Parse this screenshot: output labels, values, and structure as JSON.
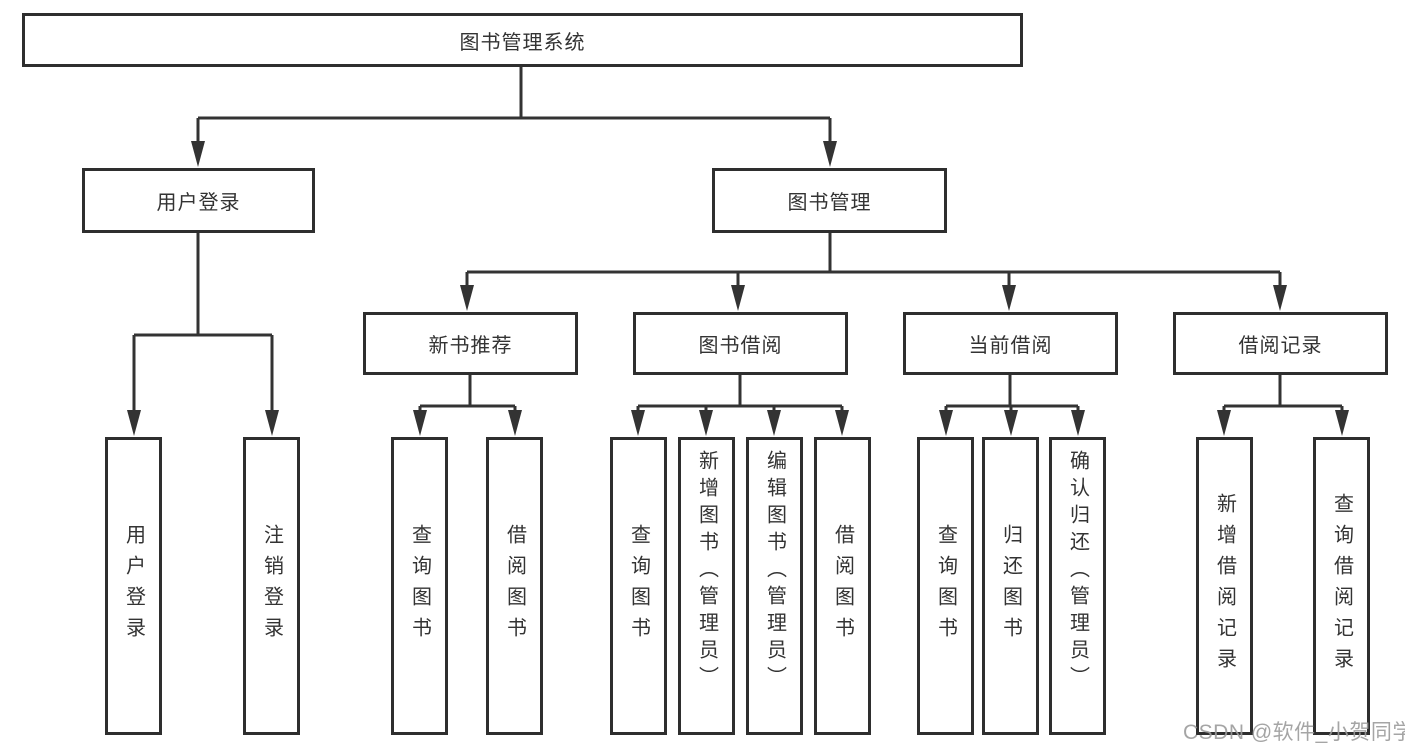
{
  "colors": {
    "background": "#ffffff",
    "line": "#333333",
    "box_border": "#2e2e2e",
    "text": "#333333",
    "watermark": "#9c9c9c"
  },
  "watermark": {
    "text": "CSDN @软件_小贺同学"
  },
  "tree": {
    "root": "图书管理系统",
    "branches": [
      {
        "label": "用户登录",
        "children": [
          {
            "label": "用户登录"
          },
          {
            "label": "注销登录"
          }
        ]
      },
      {
        "label": "图书管理",
        "groups": [
          {
            "label": "新书推荐",
            "children": [
              {
                "label": "查询图书"
              },
              {
                "label": "借阅图书"
              }
            ]
          },
          {
            "label": "图书借阅",
            "children": [
              {
                "label": "查询图书"
              },
              {
                "label": "新增图书（管理员）"
              },
              {
                "label": "编辑图书（管理员）"
              },
              {
                "label": "借阅图书"
              }
            ]
          },
          {
            "label": "当前借阅",
            "children": [
              {
                "label": "查询图书"
              },
              {
                "label": "归还图书"
              },
              {
                "label": "确认归还（管理员）"
              }
            ]
          },
          {
            "label": "借阅记录",
            "children": [
              {
                "label": "新增借阅记录"
              },
              {
                "label": "查询借阅记录"
              }
            ]
          }
        ]
      }
    ]
  }
}
